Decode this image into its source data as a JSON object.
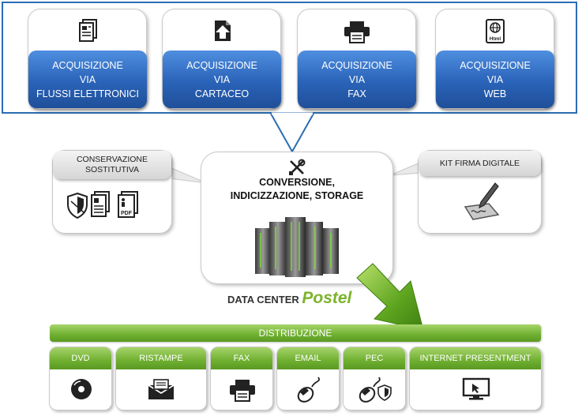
{
  "acquisition": [
    {
      "lines": [
        "ACQUISIZIONE",
        "VIA",
        "FLUSSI ELETTRONICI"
      ],
      "icon": "document-icon"
    },
    {
      "lines": [
        "ACQUISIZIONE",
        "VIA",
        "CARTACEO"
      ],
      "icon": "upload-paper-icon"
    },
    {
      "lines": [
        "ACQUISIZIONE",
        "VIA",
        "FAX"
      ],
      "icon": "fax-icon"
    },
    {
      "lines": [
        "ACQUISIZIONE",
        "VIA",
        "WEB"
      ],
      "icon": "html-file-icon",
      "icon_text": "Html"
    }
  ],
  "conservazione": {
    "lines": [
      "CONSERVAZIONE",
      "SOSTITUTIVA"
    ],
    "pdf_text": "PDF"
  },
  "center": {
    "lines": [
      "CONVERSIONE,",
      "INDICIZZAZIONE, STORAGE"
    ]
  },
  "kit_firma": {
    "label": "KIT FIRMA DIGITALE"
  },
  "data_center": {
    "prefix": "DATA CENTER ",
    "brand": "Postel"
  },
  "distribuzione": {
    "label": "DISTRIBUZIONE",
    "items": [
      {
        "label": "DVD",
        "icon": "disc-icon"
      },
      {
        "label": "RISTAMPE",
        "icon": "envelope-icon"
      },
      {
        "label": "FAX",
        "icon": "fax-icon"
      },
      {
        "label": "EMAIL",
        "icon": "mouse-icon"
      },
      {
        "label": "PEC",
        "icon": "mouse-shield-icon"
      },
      {
        "label": "INTERNET PRESENTMENT",
        "icon": "monitor-icon"
      }
    ]
  },
  "colors": {
    "blue": "#2a63b8",
    "green": "#6faf30",
    "frame": "#2b6cb3"
  }
}
